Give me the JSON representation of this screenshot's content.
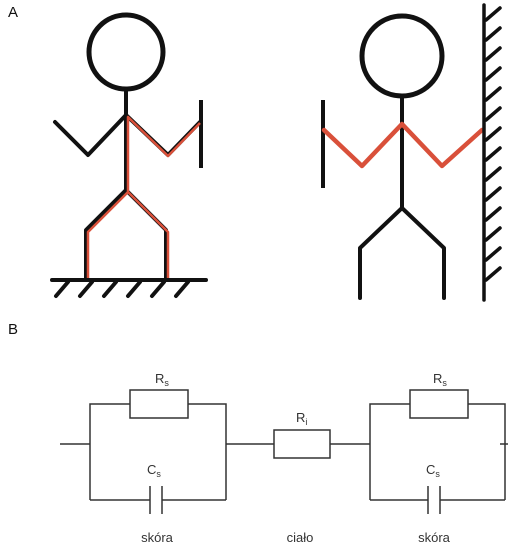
{
  "panel_a": {
    "label": "A"
  },
  "panel_b": {
    "label": "B",
    "resistor_left": {
      "main": "R",
      "sub": "s"
    },
    "capacitor_left": {
      "main": "C",
      "sub": "s"
    },
    "resistor_middle": {
      "main": "R",
      "sub": "i"
    },
    "resistor_right": {
      "main": "R",
      "sub": "s"
    },
    "capacitor_right": {
      "main": "C",
      "sub": "s"
    },
    "caption_left": "skóra",
    "caption_middle": "ciało",
    "caption_right": "skóra"
  },
  "colors": {
    "line": "#111111",
    "current_path": "#d9503a",
    "wire": "#333333"
  }
}
